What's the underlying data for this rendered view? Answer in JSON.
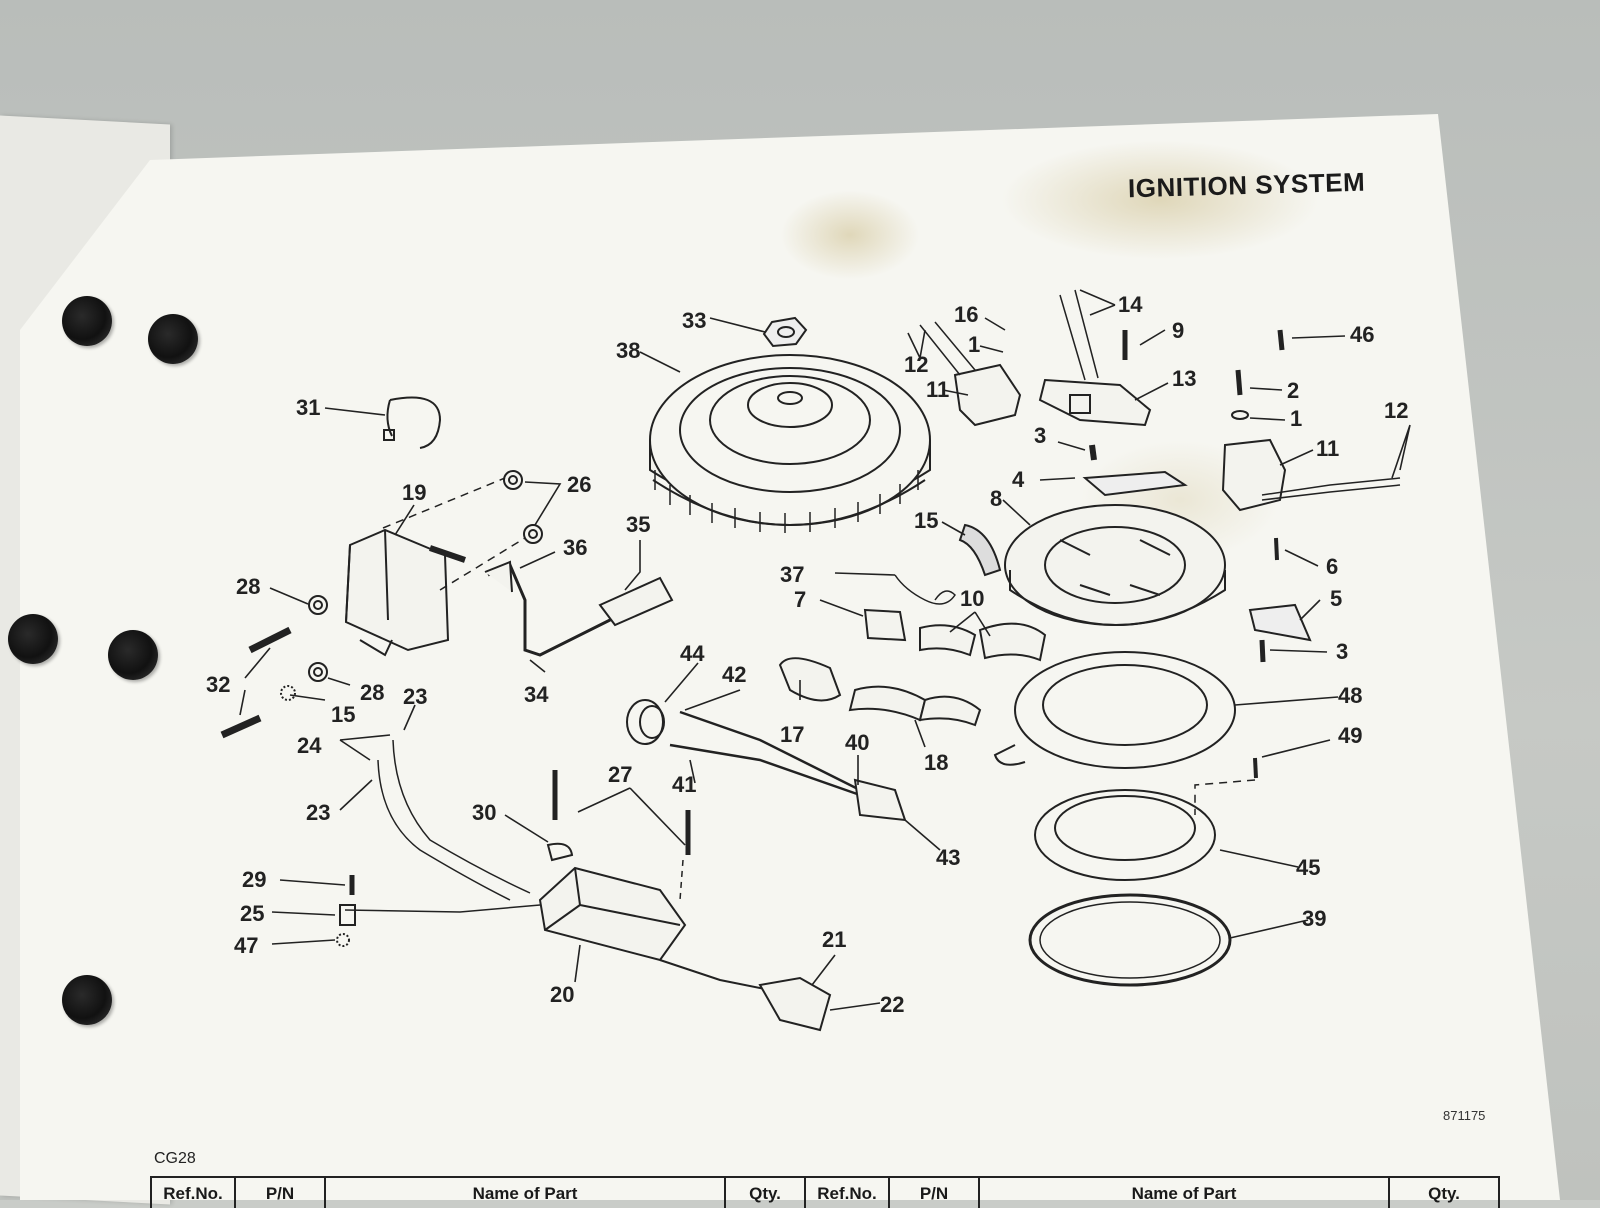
{
  "title": "IGNITION SYSTEM",
  "page_code": "CG28",
  "figure_code": "871175",
  "table_headers": [
    "Ref.No.",
    "P/N",
    "Name of Part",
    "Qty.",
    "Ref.No.",
    "P/N",
    "Name of Part",
    "Qty."
  ],
  "callouts": {
    "c33": "33",
    "c38": "38",
    "c31": "31",
    "c19": "19",
    "c26": "26",
    "c36": "36",
    "c35": "35",
    "c28a": "28",
    "c28b": "28",
    "c32": "32",
    "c15a": "15",
    "c34": "34",
    "c16": "16",
    "c1a": "1",
    "c12a": "12",
    "c11a": "11",
    "c14": "14",
    "c9": "9",
    "c13": "13",
    "c46": "46",
    "c2": "2",
    "c1b": "1",
    "c12b": "12",
    "c11b": "11",
    "c3a": "3",
    "c4": "4",
    "c8": "8",
    "c15b": "15",
    "c6": "6",
    "c37": "37",
    "c7": "7",
    "c10": "10",
    "c5": "5",
    "c3b": "3",
    "c44": "44",
    "c42": "42",
    "c17": "17",
    "c48": "48",
    "c49": "49",
    "c23a": "23",
    "c24": "24",
    "c40": "40",
    "c18": "18",
    "c41": "41",
    "c23b": "23",
    "c27": "27",
    "c30": "30",
    "c43": "43",
    "c45": "45",
    "c29": "29",
    "c25": "25",
    "c47": "47",
    "c21": "21",
    "c39": "39",
    "c20": "20",
    "c22": "22"
  }
}
